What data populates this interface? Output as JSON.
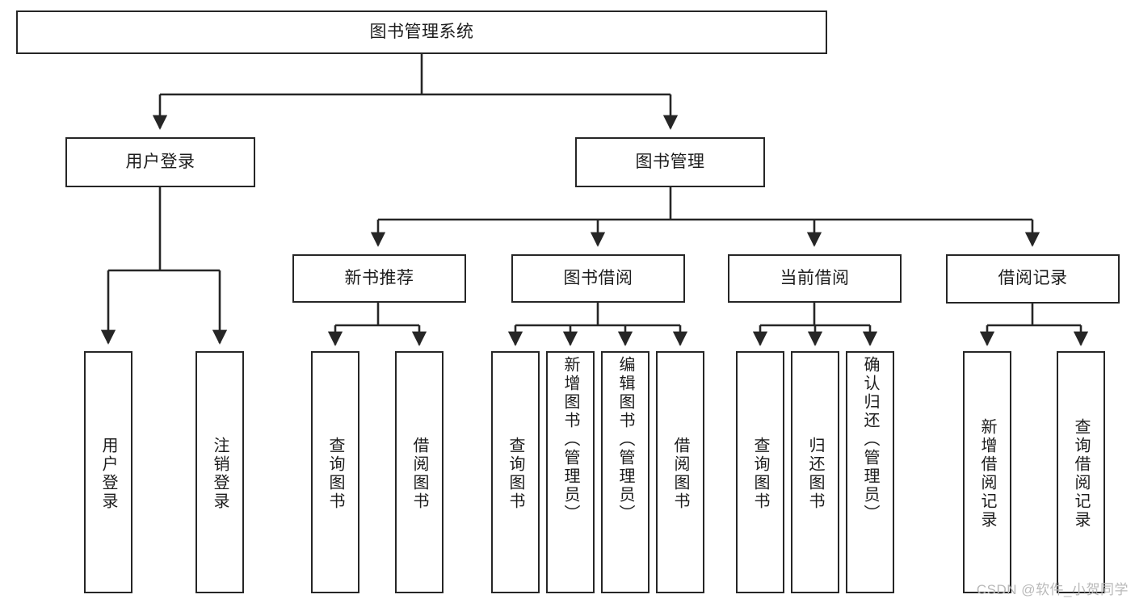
{
  "diagram": {
    "type": "tree-hierarchy-flowchart",
    "title": "图书管理系统",
    "colors": {
      "background": "#ffffff",
      "stroke": "#262626",
      "text": "#1c1c1c",
      "watermark": "#b9b9b9"
    },
    "root": {
      "label": "图书管理系统"
    },
    "level2": [
      {
        "label": "用户登录"
      },
      {
        "label": "图书管理"
      }
    ],
    "level3": [
      {
        "label": "新书推荐"
      },
      {
        "label": "图书借阅"
      },
      {
        "label": "当前借阅"
      },
      {
        "label": "借阅记录"
      }
    ],
    "leaves": {
      "user_login": [
        {
          "label": "用户登录"
        },
        {
          "label": "注销登录"
        }
      ],
      "new_book_recommend": [
        {
          "label": "查询图书"
        },
        {
          "label": "借阅图书"
        }
      ],
      "book_borrow": [
        {
          "label": "查询图书"
        },
        {
          "label": "新增图书（管理员）"
        },
        {
          "label": "编辑图书（管理员）"
        },
        {
          "label": "借阅图书"
        }
      ],
      "current_borrow": [
        {
          "label": "查询图书"
        },
        {
          "label": "归还图书"
        },
        {
          "label": "确认归还（管理员）"
        }
      ],
      "borrow_record": [
        {
          "label": "新增借阅记录"
        },
        {
          "label": "查询借阅记录"
        }
      ]
    }
  },
  "watermark": {
    "text": "CSDN @软件_小贺同学"
  }
}
